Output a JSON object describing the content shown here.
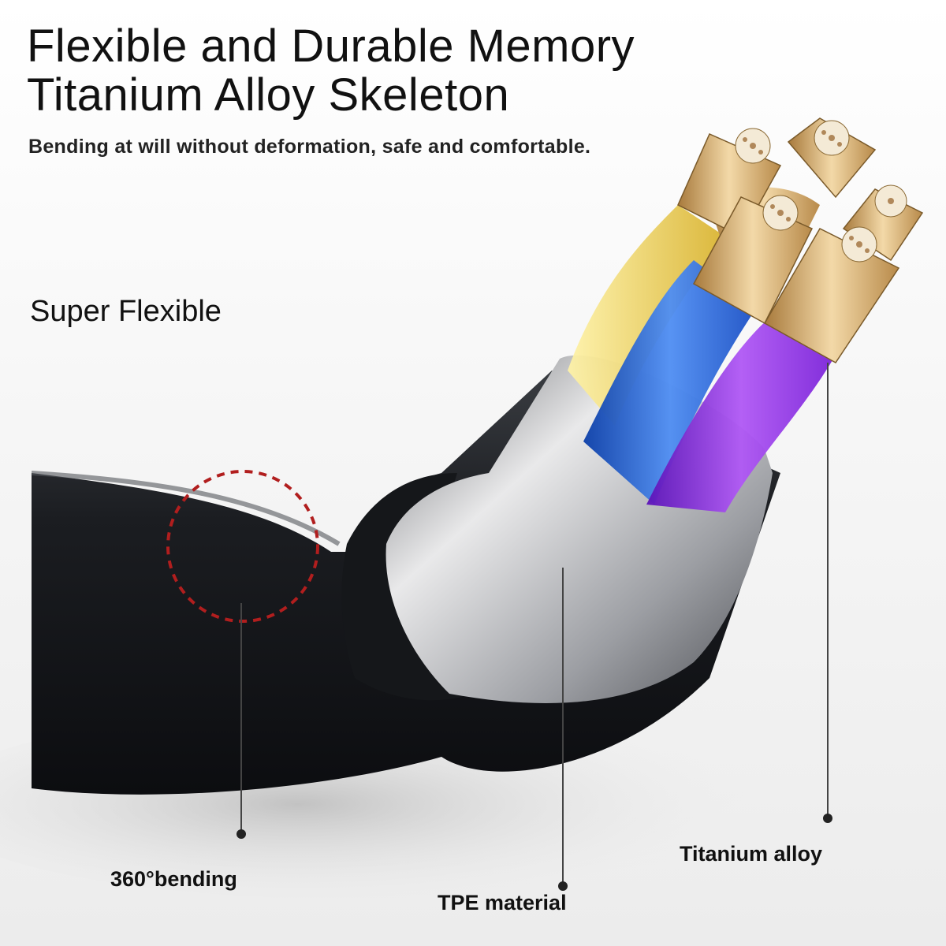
{
  "heading": {
    "line1": "Flexible and Durable Memory",
    "line2": "Titanium Alloy Skeleton"
  },
  "subheading": "Bending at will without deformation, safe and comfortable.",
  "section_label": "Super Flexible",
  "callouts": {
    "bending": "360°bending",
    "tpe": "TPE material",
    "titanium": "Titanium alloy"
  },
  "illustration": {
    "subject": "black cable cutaway with four colored cores and metal strands",
    "core_colors": [
      "#e6c23a",
      "#1f5fd6",
      "#8a2be2",
      "#b07a3a"
    ],
    "accent_circle_color": "#b11e1e"
  }
}
